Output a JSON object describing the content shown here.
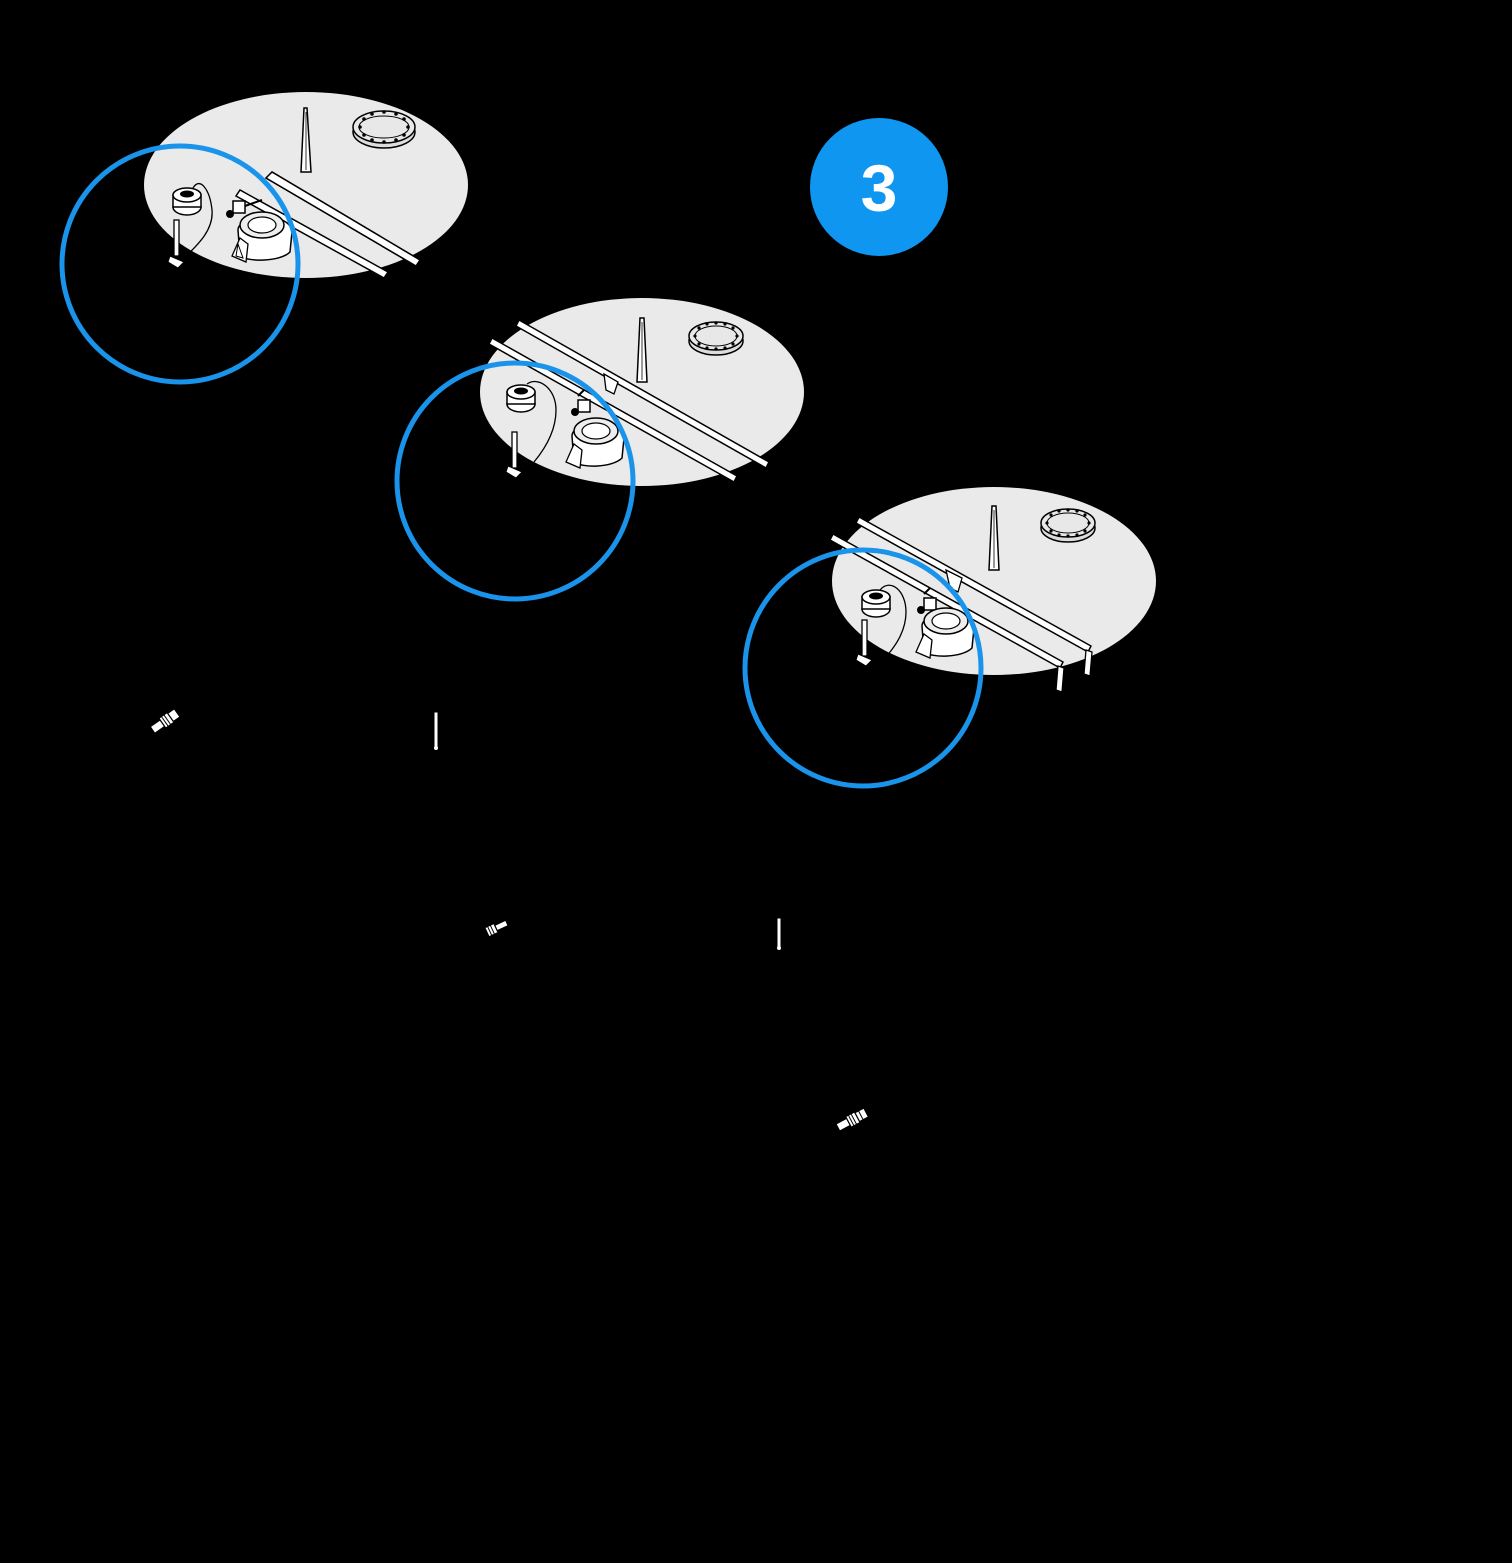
{
  "step": {
    "number": "3",
    "badge_color": "#0f96f0",
    "text_color": "#ffffff"
  },
  "colors": {
    "background": "#000000",
    "lid_fill": "#eaeaea",
    "highlight_ring": "#1a93ea",
    "line": "#000000",
    "part_fill": "#ffffff"
  },
  "scenes": [
    {
      "name": "before-installation",
      "highlight": "sensor-cluster"
    },
    {
      "name": "rail-attached",
      "highlight": "sensor-cluster"
    },
    {
      "name": "rail-with-end-brackets",
      "highlight": "sensor-cluster"
    }
  ],
  "loose_parts": [
    {
      "name": "connector-fitting"
    },
    {
      "name": "sensor-rod"
    },
    {
      "name": "bolt-fitting"
    },
    {
      "name": "sensor-rod"
    },
    {
      "name": "connector-fitting"
    }
  ]
}
